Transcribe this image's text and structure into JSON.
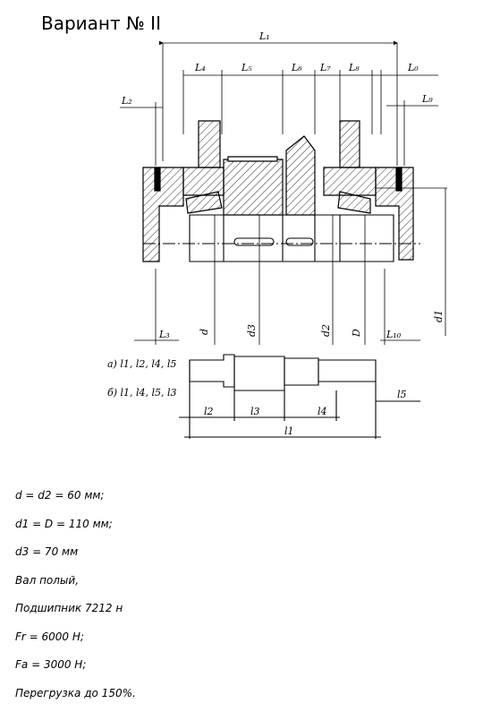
{
  "title": "Вариант № II",
  "drawing": {
    "dims_top": [
      "L1",
      "L4",
      "L5",
      "L6",
      "L7",
      "L8",
      "L0",
      "L2",
      "L9"
    ],
    "dims_bottom": [
      "L3",
      "L10"
    ],
    "diameters": [
      "d",
      "d3",
      "d2",
      "D",
      "d1"
    ],
    "variant_a": "а) l1, l2, l4, l5",
    "variant_b": "б) l1, l4, l5, l3",
    "shaft_dims": [
      "l2",
      "l3",
      "l4",
      "l5",
      "l1"
    ]
  },
  "params": [
    "d = d2 = 60 мм;",
    "d1 = D = 110 мм;",
    "d3 = 70 мм",
    "Вал полый,",
    "Подшипник 7212 н",
    "Fr = 6000 Н;",
    "Fa = 3000 Н;",
    "Перегрузка до 150%."
  ]
}
